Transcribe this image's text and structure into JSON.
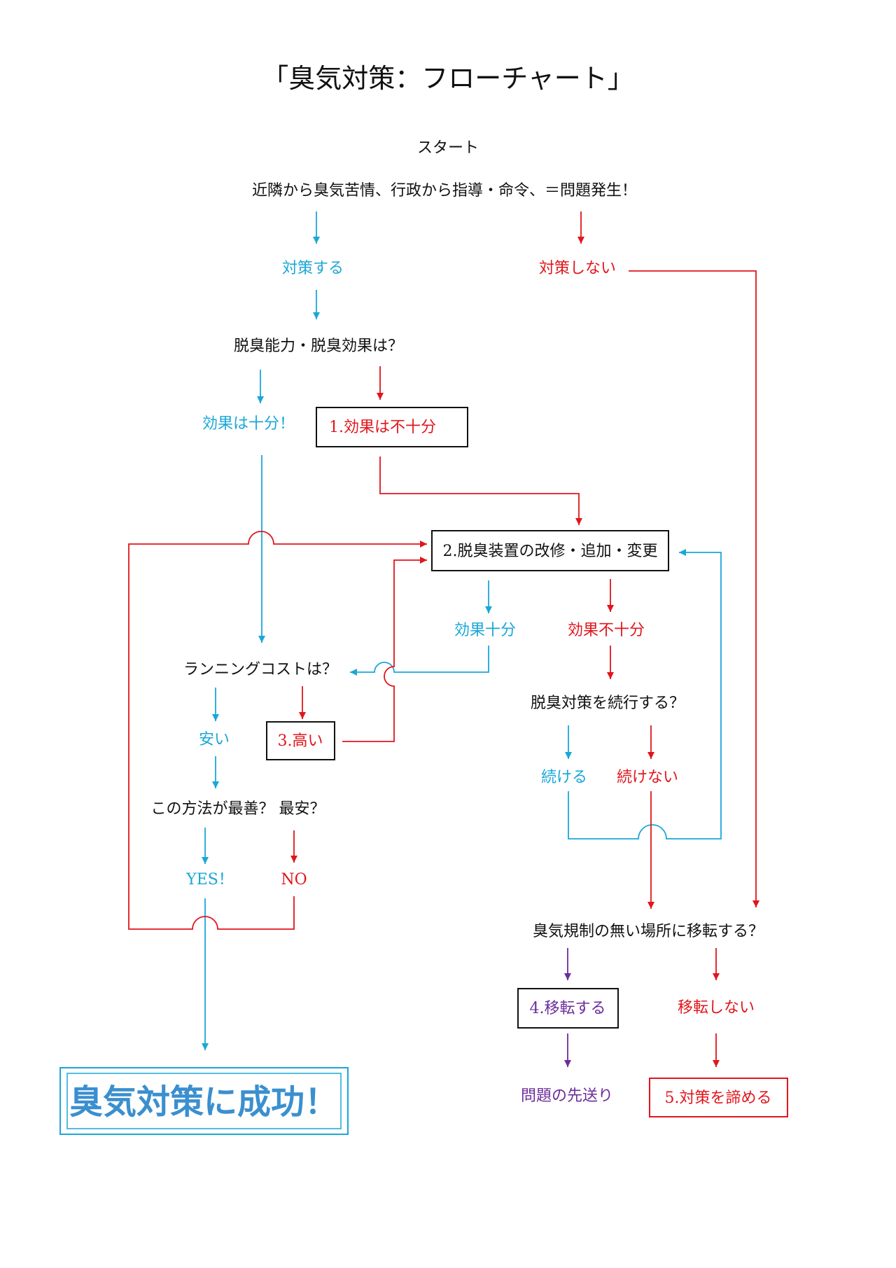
{
  "title": "「臭気対策：フローチャート」",
  "colors": {
    "blue": "#1aa7d8",
    "red": "#e0161c",
    "purple": "#6b2e9a",
    "black": "#111111"
  },
  "nodes": {
    "start": "スタート",
    "problem": "近隣から臭気苦情、行政から指導・命令、＝問題発生！",
    "taisaku_suru": "対策する",
    "taisaku_shinai": "対策しない",
    "dashu_q": "脱臭能力・脱臭効果は？",
    "kouka_juubun": "効果は十分！",
    "box1": "1.効果は不十分",
    "box2": "2.脱臭装置の改修・追加・変更",
    "kouka_juubun2": "効果十分",
    "kouka_fujuubun": "効果不十分",
    "running_q": "ランニングコストは？",
    "yasui": "安い",
    "box3": "3.高い",
    "keizoku_q": "脱臭対策を続行する？",
    "tsuzukeru": "続ける",
    "tsuzukenai": "続けない",
    "best_q": "この方法が最善？ 最安？",
    "yes": "YES！",
    "no": "NO",
    "iten_q": "臭気規制の無い場所に移転する？",
    "box4": "4.移転する",
    "iten_shinai": "移転しない",
    "okuri": "問題の先送り",
    "box5": "5.対策を諦める",
    "success": "臭気対策に成功！"
  }
}
